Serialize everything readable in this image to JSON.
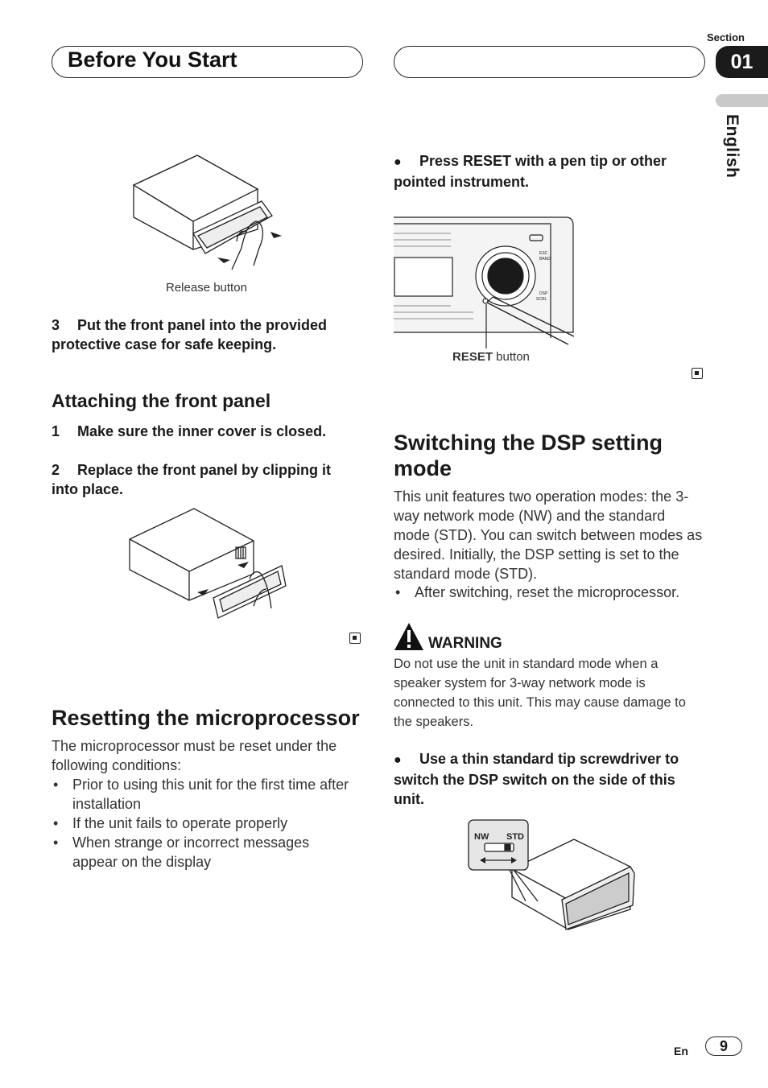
{
  "header": {
    "title": "Before You Start",
    "section_label": "Section",
    "section_number": "01",
    "language_tab": "English"
  },
  "left": {
    "figure1_caption": "Release button",
    "step3": {
      "num": "3",
      "text": "Put the front panel into the provided protective case for safe keeping."
    },
    "attach_heading": "Attaching the front panel",
    "step1": {
      "num": "1",
      "text": "Make sure the inner cover is closed."
    },
    "step2": {
      "num": "2",
      "text": "Replace the front panel by clipping it into place."
    },
    "reset_heading": "Resetting the microprocessor",
    "reset_intro": "The microprocessor must be reset under the following conditions:",
    "reset_bullets": [
      "Prior to using this unit for the first time after installation",
      "If the unit fails to operate properly",
      "When strange or incorrect messages appear on the display"
    ]
  },
  "right": {
    "press_reset": "Press RESET with a pen tip or other pointed instrument.",
    "reset_caption_bold": "RESET",
    "reset_caption_rest": " button",
    "dsp_heading": "Switching the DSP setting mode",
    "dsp_body": "This unit features two operation modes: the 3-way network mode (NW) and the standard mode (STD). You can switch between modes as desired. Initially, the DSP setting is set to the standard mode (STD).",
    "dsp_bullet": "After switching, reset the microprocessor.",
    "warning_title": "WARNING",
    "warning_body": "Do not use the unit in standard mode when a speaker system for 3-way network mode is connected to this unit. This may cause damage to the speakers.",
    "screwdriver_step": "Use a thin standard tip screwdriver to switch the DSP switch on the side of this unit.",
    "switch_label_nw": "NW",
    "switch_label_std": "STD",
    "unit_label_esc": "ESC",
    "unit_label_band": "BAND",
    "unit_label_dsp": "DSP",
    "unit_label_scrl": "SCRL"
  },
  "footer": {
    "lang": "En",
    "page": "9"
  }
}
